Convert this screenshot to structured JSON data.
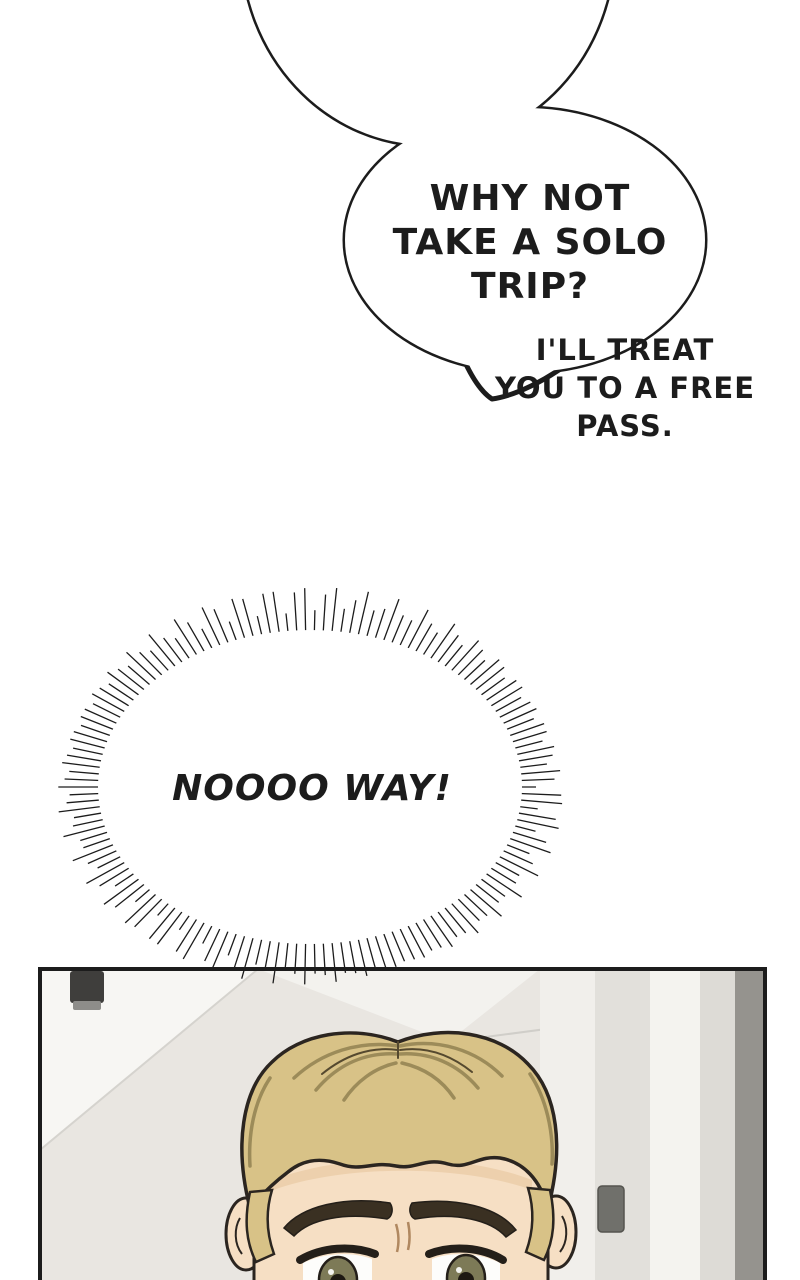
{
  "speech_bubble": {
    "lines": [
      "WHY NOT",
      "TAKE A SOLO",
      "TRIP?"
    ]
  },
  "caption": {
    "lines": [
      "I'LL TREAT",
      "YOU TO A FREE",
      "PASS."
    ]
  },
  "burst": {
    "text": "NOOOO WAY!"
  },
  "colors": {
    "ink": "#1c1c1c",
    "hair": "#d8c287",
    "hair_shade": "#9c8b59",
    "hair_dark": "#55492f",
    "skin": "#f6dfc4",
    "skin_shade": "#edd0ad",
    "brow": "#3a3022",
    "iris": "#7d7a57",
    "pupil": "#1d1812",
    "panel_wall": "#e9e6e1",
    "panel_light": "#f7f6f3",
    "panel_bar": "#95938e"
  }
}
